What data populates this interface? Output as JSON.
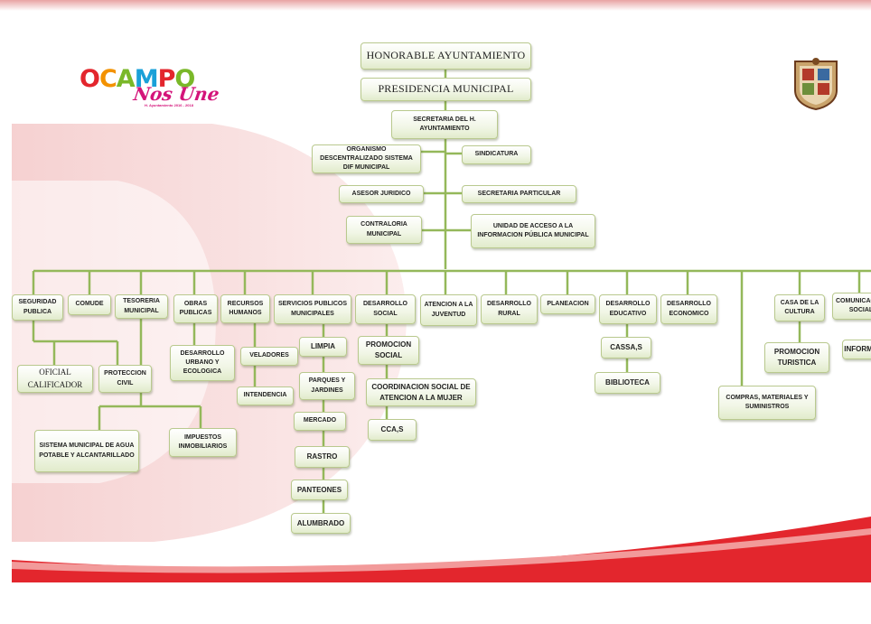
{
  "colors": {
    "connector": "#94b85a",
    "accent_red": "#e3262d",
    "box_border": "#b9c98e"
  },
  "logo": {
    "letters": [
      "O",
      "C",
      "A",
      "M",
      "P",
      "O"
    ],
    "letter_colors": [
      "#e3262d",
      "#f39200",
      "#7ab829",
      "#1aa0d8",
      "#e3262d",
      "#7ab829"
    ],
    "tagline": "Nos Une",
    "subtitle": "H. Ayuntamiento 2016 - 2018"
  },
  "seal": {
    "icon": "municipal-coat-of-arms"
  },
  "boxes": [
    {
      "id": "honorable",
      "label": "HONORABLE AYUNTAMIENTO"
    },
    {
      "id": "presidencia",
      "label": "PRESIDENCIA MUNICIPAL"
    },
    {
      "id": "secretaria",
      "label": "SECRETARIA DEL H. AYUNTAMIENTO"
    },
    {
      "id": "dif",
      "label": "ORGANISMO DESCENTRALIZADO SISTEMA DIF MUNICIPAL"
    },
    {
      "id": "sindicatura",
      "label": "SINDICATURA"
    },
    {
      "id": "asesor",
      "label": "ASESOR JURIDICO"
    },
    {
      "id": "secparticular",
      "label": "SECRETARIA PARTICULAR"
    },
    {
      "id": "contraloria",
      "label": "CONTRALORIA MUNICIPAL"
    },
    {
      "id": "unidad",
      "label": "UNIDAD DE ACCESO A LA INFORMACION PÚBLICA MUNICIPAL"
    },
    {
      "id": "seguridad",
      "label": "SEGURIDAD PUBLICA"
    },
    {
      "id": "comude",
      "label": "COMUDE"
    },
    {
      "id": "tesoreria",
      "label": "TESORERIA MUNICIPAL"
    },
    {
      "id": "obras",
      "label": "OBRAS PUBLICAS"
    },
    {
      "id": "rrhh",
      "label": "RECURSOS HUMANOS"
    },
    {
      "id": "servicios",
      "label": "SERVICIOS PUBLICOS MUNICIPALES"
    },
    {
      "id": "dessocial",
      "label": "DESARROLLO SOCIAL"
    },
    {
      "id": "juventud",
      "label": "ATENCION A LA JUVENTUD"
    },
    {
      "id": "desrural",
      "label": "DESARROLLO RURAL"
    },
    {
      "id": "planeacion",
      "label": "PLANEACION"
    },
    {
      "id": "deseducativo",
      "label": "DESARROLLO EDUCATIVO"
    },
    {
      "id": "deseconomico",
      "label": "DESARROLLO ECONOMICO"
    },
    {
      "id": "cultura",
      "label": "CASA DE LA CULTURA"
    },
    {
      "id": "comunicacion",
      "label": "COMUNICACION SOCIAL"
    },
    {
      "id": "oficial",
      "label": "OFICIAL CALIFICADOR"
    },
    {
      "id": "proteccion",
      "label": "PROTECCION CIVIL"
    },
    {
      "id": "agua",
      "label": "SISTEMA MUNICIPAL DE AGUA POTABLE Y ALCANTARILLADO"
    },
    {
      "id": "impuestos",
      "label": "IMPUESTOS INMOBILIARIOS"
    },
    {
      "id": "urbano",
      "label": "DESARROLLO URBANO Y ECOLOGICA"
    },
    {
      "id": "veladores",
      "label": "VELADORES"
    },
    {
      "id": "intendencia",
      "label": "INTENDENCIA"
    },
    {
      "id": "limpia",
      "label": "LIMPIA"
    },
    {
      "id": "parques",
      "label": "PARQUES Y JARDINES"
    },
    {
      "id": "mercado",
      "label": "MERCADO"
    },
    {
      "id": "rastro",
      "label": "RASTRO"
    },
    {
      "id": "panteones",
      "label": "PANTEONES"
    },
    {
      "id": "alumbrado",
      "label": "ALUMBRADO"
    },
    {
      "id": "promsocial",
      "label": "PROMOCION SOCIAL"
    },
    {
      "id": "mujer",
      "label": "COORDINACION SOCIAL DE ATENCION A LA MUJER"
    },
    {
      "id": "ccas",
      "label": "CCA,S"
    },
    {
      "id": "cassas",
      "label": "CASSA,S"
    },
    {
      "id": "biblioteca",
      "label": "BIBLIOTECA"
    },
    {
      "id": "compras",
      "label": "COMPRAS, MATERIALES Y SUMINISTROS"
    },
    {
      "id": "promturistica",
      "label": "PROMOCION TURISTICA"
    },
    {
      "id": "informatica",
      "label": "INFORMATICA"
    }
  ]
}
